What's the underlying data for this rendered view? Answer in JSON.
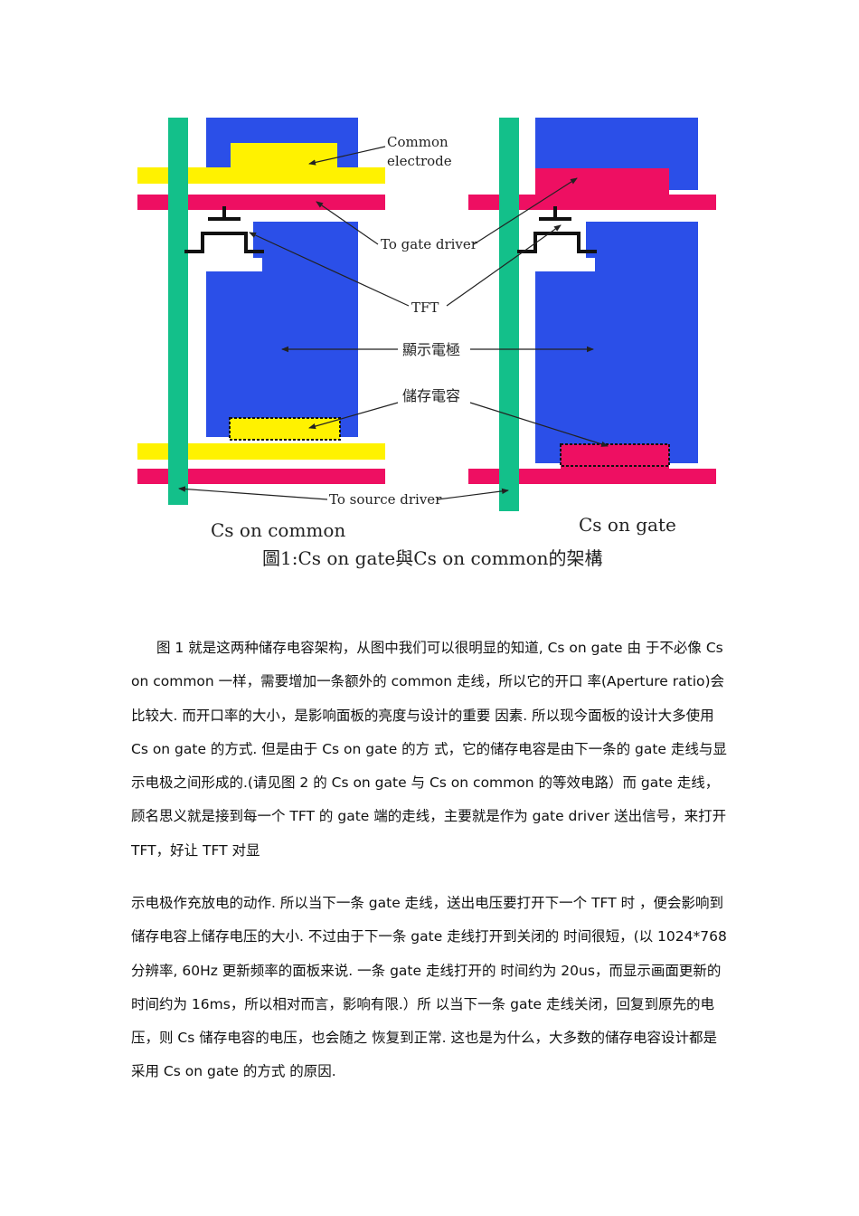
{
  "figure": {
    "labels": {
      "common_line1": "Common",
      "common_line2": "electrode",
      "gate_driver": "To gate driver",
      "tft": "TFT",
      "pixel_electrode": "顯示電極",
      "storage_cap": "儲存電容",
      "source_driver": "To source driver",
      "left_caption": "Cs on common",
      "right_caption": "Cs on gate",
      "figure_title": "圖1:Cs on gate與Cs on common的架構"
    },
    "colors": {
      "blue": "#2b4fe8",
      "yellow": "#fff200",
      "magenta": "#ee0f62",
      "green": "#13c08a",
      "black": "#111111"
    }
  },
  "text": {
    "paragraph1": "图 1 就是这两种储存电容架构，从图中我们可以很明显的知道, Cs on gate 由 于不必像 Cs on common 一样，需要增加一条额外的 common 走线，所以它的开口 率(Aperture ratio)会比较大. 而开口率的大小，是影响面板的亮度与设计的重要 因素. 所以现今面板的设计大多使用 Cs on gate 的方式. 但是由于 Cs on gate 的方 式，它的储存电容是由下一条的 gate 走线与显示电极之间形成的.(请见图 2 的 Cs on gate 与 Cs on common 的等效电路）而 gate 走线，顾名思义就是接到每一个 TFT 的 gate 端的走线，主要就是作为 gate driver 送出信号，来打开 TFT，好让 TFT 对显",
    "paragraph2": "示电极作充放电的动作. 所以当下一条 gate 走线，送出电压要打开下一个 TFT 时 ，便会影响到储存电容上储存电压的大小. 不过由于下一条 gate 走线打开到关闭的 时间很短，(以 1024*768 分辨率, 60Hz 更新频率的面板来说. 一条 gate 走线打开的 时间约为 20us，而显示画面更新的时间约为 16ms，所以相对而言，影响有限.）所 以当下一条 gate 走线关闭，回复到原先的电压，则 Cs 储存电容的电压，也会随之 恢复到正常. 这也是为什么，大多数的储存电容设计都是采用 Cs on gate 的方式 的原因."
  }
}
